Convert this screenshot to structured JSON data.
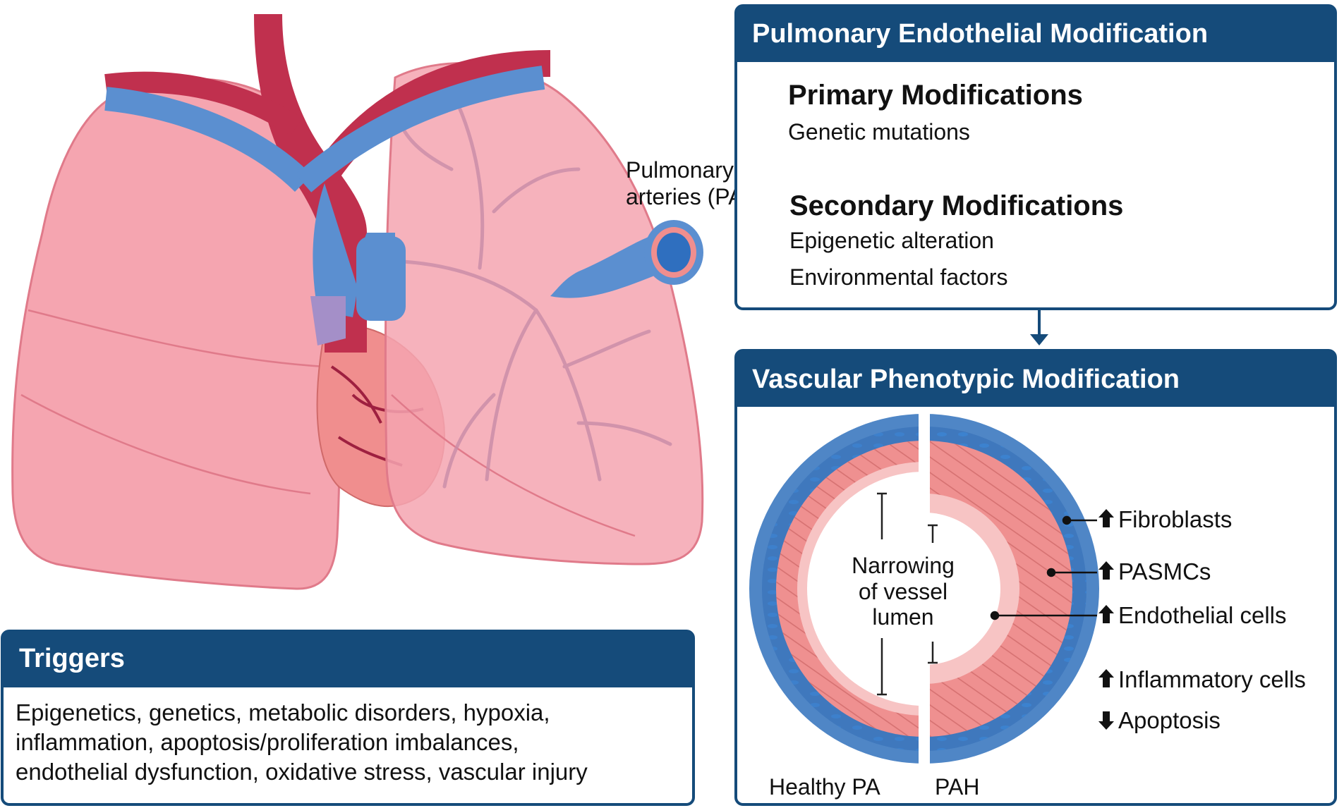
{
  "labels": {
    "pulmonary_arteries_line1": "Pulmonary",
    "pulmonary_arteries_line2": "arteries (PA)"
  },
  "endothelial_box": {
    "title": "Pulmonary Endothelial Modification",
    "primary_heading": "Primary Modifications",
    "primary_items": [
      "Genetic mutations"
    ],
    "secondary_heading": "Secondary Modifications",
    "secondary_items": [
      "Epigenetic alteration",
      "Environmental factors"
    ]
  },
  "vascular_box": {
    "title": "Vascular Phenotypic Modification",
    "narrowing_line1": "Narrowing",
    "narrowing_line2": "of vessel",
    "narrowing_line3": "lumen",
    "healthy_label": "Healthy PA",
    "pah_label": "PAH",
    "changes": [
      {
        "direction": "up",
        "label": "Fibroblasts"
      },
      {
        "direction": "up",
        "label": "PASMCs"
      },
      {
        "direction": "up",
        "label": "Endothelial cells"
      },
      {
        "direction": "up",
        "label": "Inflammatory cells"
      },
      {
        "direction": "down",
        "label": "Apoptosis"
      }
    ]
  },
  "triggers_box": {
    "title": "Triggers",
    "lines": [
      "Epigenetics, genetics, metabolic disorders, hypoxia,",
      "inflammation, apoptosis/proliferation imbalances,",
      "endothelial dysfunction, oxidative stress, vascular injury"
    ]
  },
  "colors": {
    "header_blue": "#154b7a",
    "lung_pink": "#f5a5b0",
    "artery_red": "#c0304e",
    "vein_blue": "#5b8fd0",
    "vessel_wall": "#e98a8a"
  }
}
